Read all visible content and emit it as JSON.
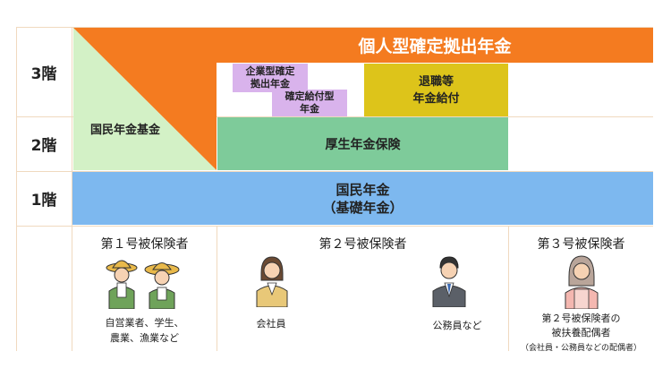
{
  "floors": {
    "floor3": "3階",
    "floor2": "2階",
    "floor1": "1階"
  },
  "blocks": {
    "ideco": "個人型確定拠出年金",
    "kigyo_dc": "企業型確定\n拠出年金",
    "db": "確定給付型\n年金",
    "taishoku": "退職等\n年金給付",
    "kosei": "厚生年金保険",
    "kokumin_kikin": "国民年金基金",
    "kokumin": "国民年金\n（基礎年金）"
  },
  "categories": {
    "no1": {
      "title": "第１号被保険者",
      "desc": "自営業者、学生、\n農業、漁業など"
    },
    "no2": {
      "title": "第２号被保険者",
      "desc_left": "会社員",
      "desc_right": "公務員など"
    },
    "no3": {
      "title": "第３号被保険者",
      "desc": "第２号被保険者の\n被扶養配偶者",
      "note": "（会社員・公務員などの配偶者）"
    }
  },
  "colors": {
    "orange": "#f47b20",
    "light_green": "#d3f1c6",
    "green": "#7ecb9a",
    "blue": "#7db8ef",
    "purple": "#d9b3ec",
    "yellow": "#ddc41a",
    "grid": "#f0d9bf"
  },
  "icons": [
    "farmer-man-icon",
    "farmer-woman-icon",
    "office-woman-icon",
    "office-man-icon",
    "spouse-woman-icon"
  ]
}
